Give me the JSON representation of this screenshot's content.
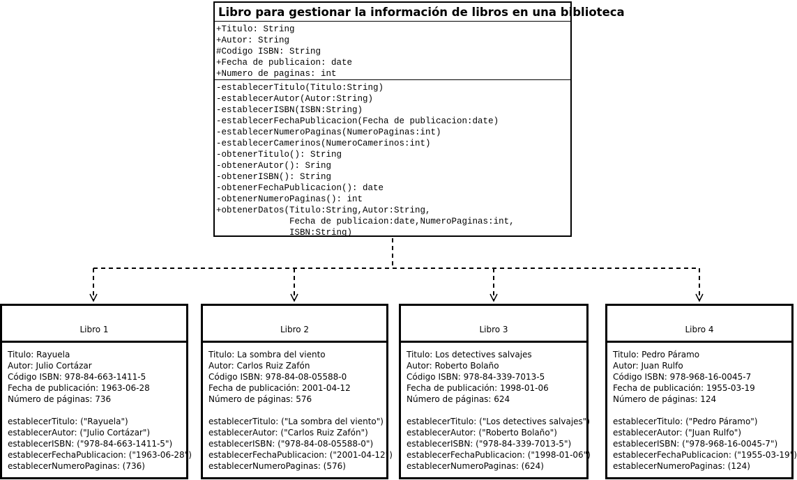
{
  "class_box": {
    "title": "Libro para gestionar la información de libros en una biblioteca",
    "attributes": [
      "+Titulo: String",
      "+Autor: String",
      "#Codigo ISBN: String",
      "+Fecha de publicaion: date",
      "+Numero de paginas: int"
    ],
    "operations": [
      "-establecerTitulo(Titulo:String)",
      "-establecerAutor(Autor:String)",
      "-establecerISBN(ISBN:String)",
      "-establecerFechaPublicacion(Fecha de publicacion:date)",
      "-establecerNumeroPaginas(NumeroPaginas:int)",
      "-establecerCamerinos(NumeroCamerinos:int)",
      "-obtenerTitulo(): String",
      "-obtenerAutor(): Sring",
      "-obtenerISBN(): String",
      "-obtenerFechaPublicacion(): date",
      "-obtenerNumeroPaginas(): int",
      "+obtenerDatos(Titulo:String,Autor:String,",
      "              Fecha de publicaion:date,NumeroPaginas:int,",
      "              ISBN:String)"
    ]
  },
  "books": [
    {
      "title": "Libro 1",
      "fields": [
        "Titulo: Rayuela",
        "Autor: Julio Cortázar",
        "Código ISBN: 978-84-663-1411-5",
        "Fecha de publicación: 1963-06-28",
        "Número de páginas: 736"
      ],
      "calls": [
        "establecerTitulo: (\"Rayuela\")",
        "establecerAutor: (\"Julio Cortázar\")",
        "establecerISBN: (\"978-84-663-1411-5\")",
        "establecerFechaPublicacion: (\"1963-06-28\")",
        "establecerNumeroPaginas: (736)"
      ]
    },
    {
      "title": "Libro 2",
      "fields": [
        "Titulo: La sombra del viento",
        "Autor: Carlos Ruiz Zafón",
        "Código ISBN: 978-84-08-05588-0",
        "Fecha de publicación: 2001-04-12",
        "Número de páginas: 576"
      ],
      "calls": [
        "establecerTitulo: (\"La sombra del viento\")",
        "establecerAutor: (\"Carlos Ruiz Zafón\")",
        "establecerISBN: (\"978-84-08-05588-0\")",
        "establecerFechaPublicacion: (\"2001-04-12\")",
        "establecerNumeroPaginas: (576)"
      ]
    },
    {
      "title": "Libro 3",
      "fields": [
        "Titulo: Los detectives salvajes",
        "Autor: Roberto Bolaño",
        "Código ISBN: 978-84-339-7013-5",
        "Fecha de publicación: 1998-01-06",
        "Número de páginas: 624"
      ],
      "calls": [
        "establecerTitulo: (\"Los detectives salvajes\")",
        "establecerAutor: (\"Roberto Bolaño\")",
        "establecerISBN: (\"978-84-339-7013-5\")",
        "establecerFechaPublicacion: (\"1998-01-06\")",
        "establecerNumeroPaginas: (624)"
      ]
    },
    {
      "title": "Libro 4",
      "fields": [
        "Titulo: Pedro Páramo",
        "Autor: Juan Rulfo",
        "Código ISBN: 978-968-16-0045-7",
        "Fecha de publicación: 1955-03-19",
        "Número de páginas: 124"
      ],
      "calls": [
        "establecerTitulo: (\"Pedro Páramo\")",
        "establecerAutor: (\"Juan Rulfo\")",
        "establecerISBN: (\"978-968-16-0045-7\")",
        "establecerFechaPublicacion: (\"1955-03-19\")",
        "establecerNumeroPaginas: (124)"
      ]
    }
  ]
}
